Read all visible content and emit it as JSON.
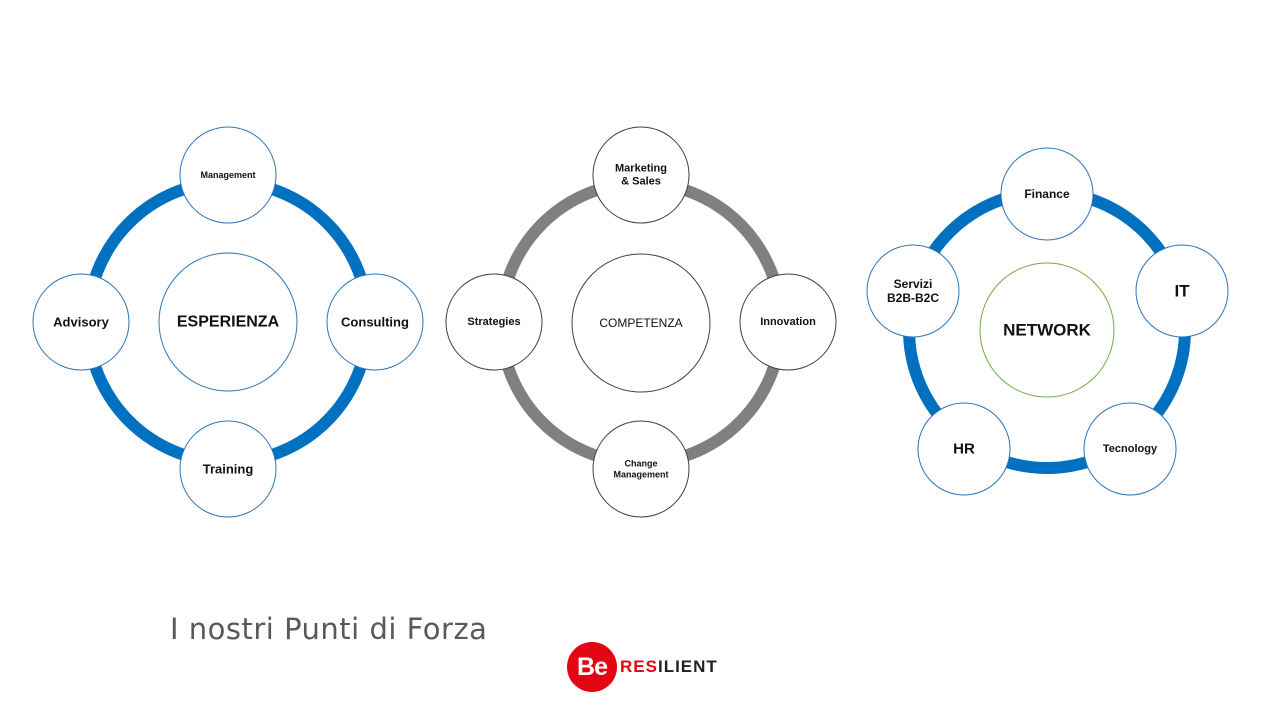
{
  "title": "I nostri Punti di Forza",
  "colors": {
    "blue_ring": "#0070c0",
    "gray_ring": "#808080",
    "node_border_blue": "#2e75b6",
    "node_border_gray": "#404040",
    "network_center_border": "#70ad47",
    "logo_red": "#e30613"
  },
  "diagrams": [
    {
      "center": "ESPERIENZA",
      "ring_color": "#0070c0",
      "nodes": [
        {
          "label": [
            "Management"
          ]
        },
        {
          "label": [
            "Consulting"
          ]
        },
        {
          "label": [
            "Training"
          ]
        },
        {
          "label": [
            "Advisory"
          ]
        }
      ]
    },
    {
      "center": "COMPETENZA",
      "ring_color": "#808080",
      "nodes": [
        {
          "label": [
            "Marketing",
            "& Sales"
          ]
        },
        {
          "label": [
            "Innovation"
          ]
        },
        {
          "label": [
            "Change",
            "Management"
          ]
        },
        {
          "label": [
            "Strategies"
          ]
        }
      ]
    },
    {
      "center": "NETWORK",
      "ring_color": "#0070c0",
      "nodes": [
        {
          "label": [
            "Finance"
          ]
        },
        {
          "label": [
            "IT"
          ]
        },
        {
          "label": [
            "Tecnology"
          ]
        },
        {
          "label": [
            "HR"
          ]
        },
        {
          "label": [
            "Servizi",
            "B2B-B2C"
          ]
        }
      ]
    }
  ],
  "logo": {
    "be": "Be",
    "res": "RES",
    "ilient": "ILIENT"
  }
}
